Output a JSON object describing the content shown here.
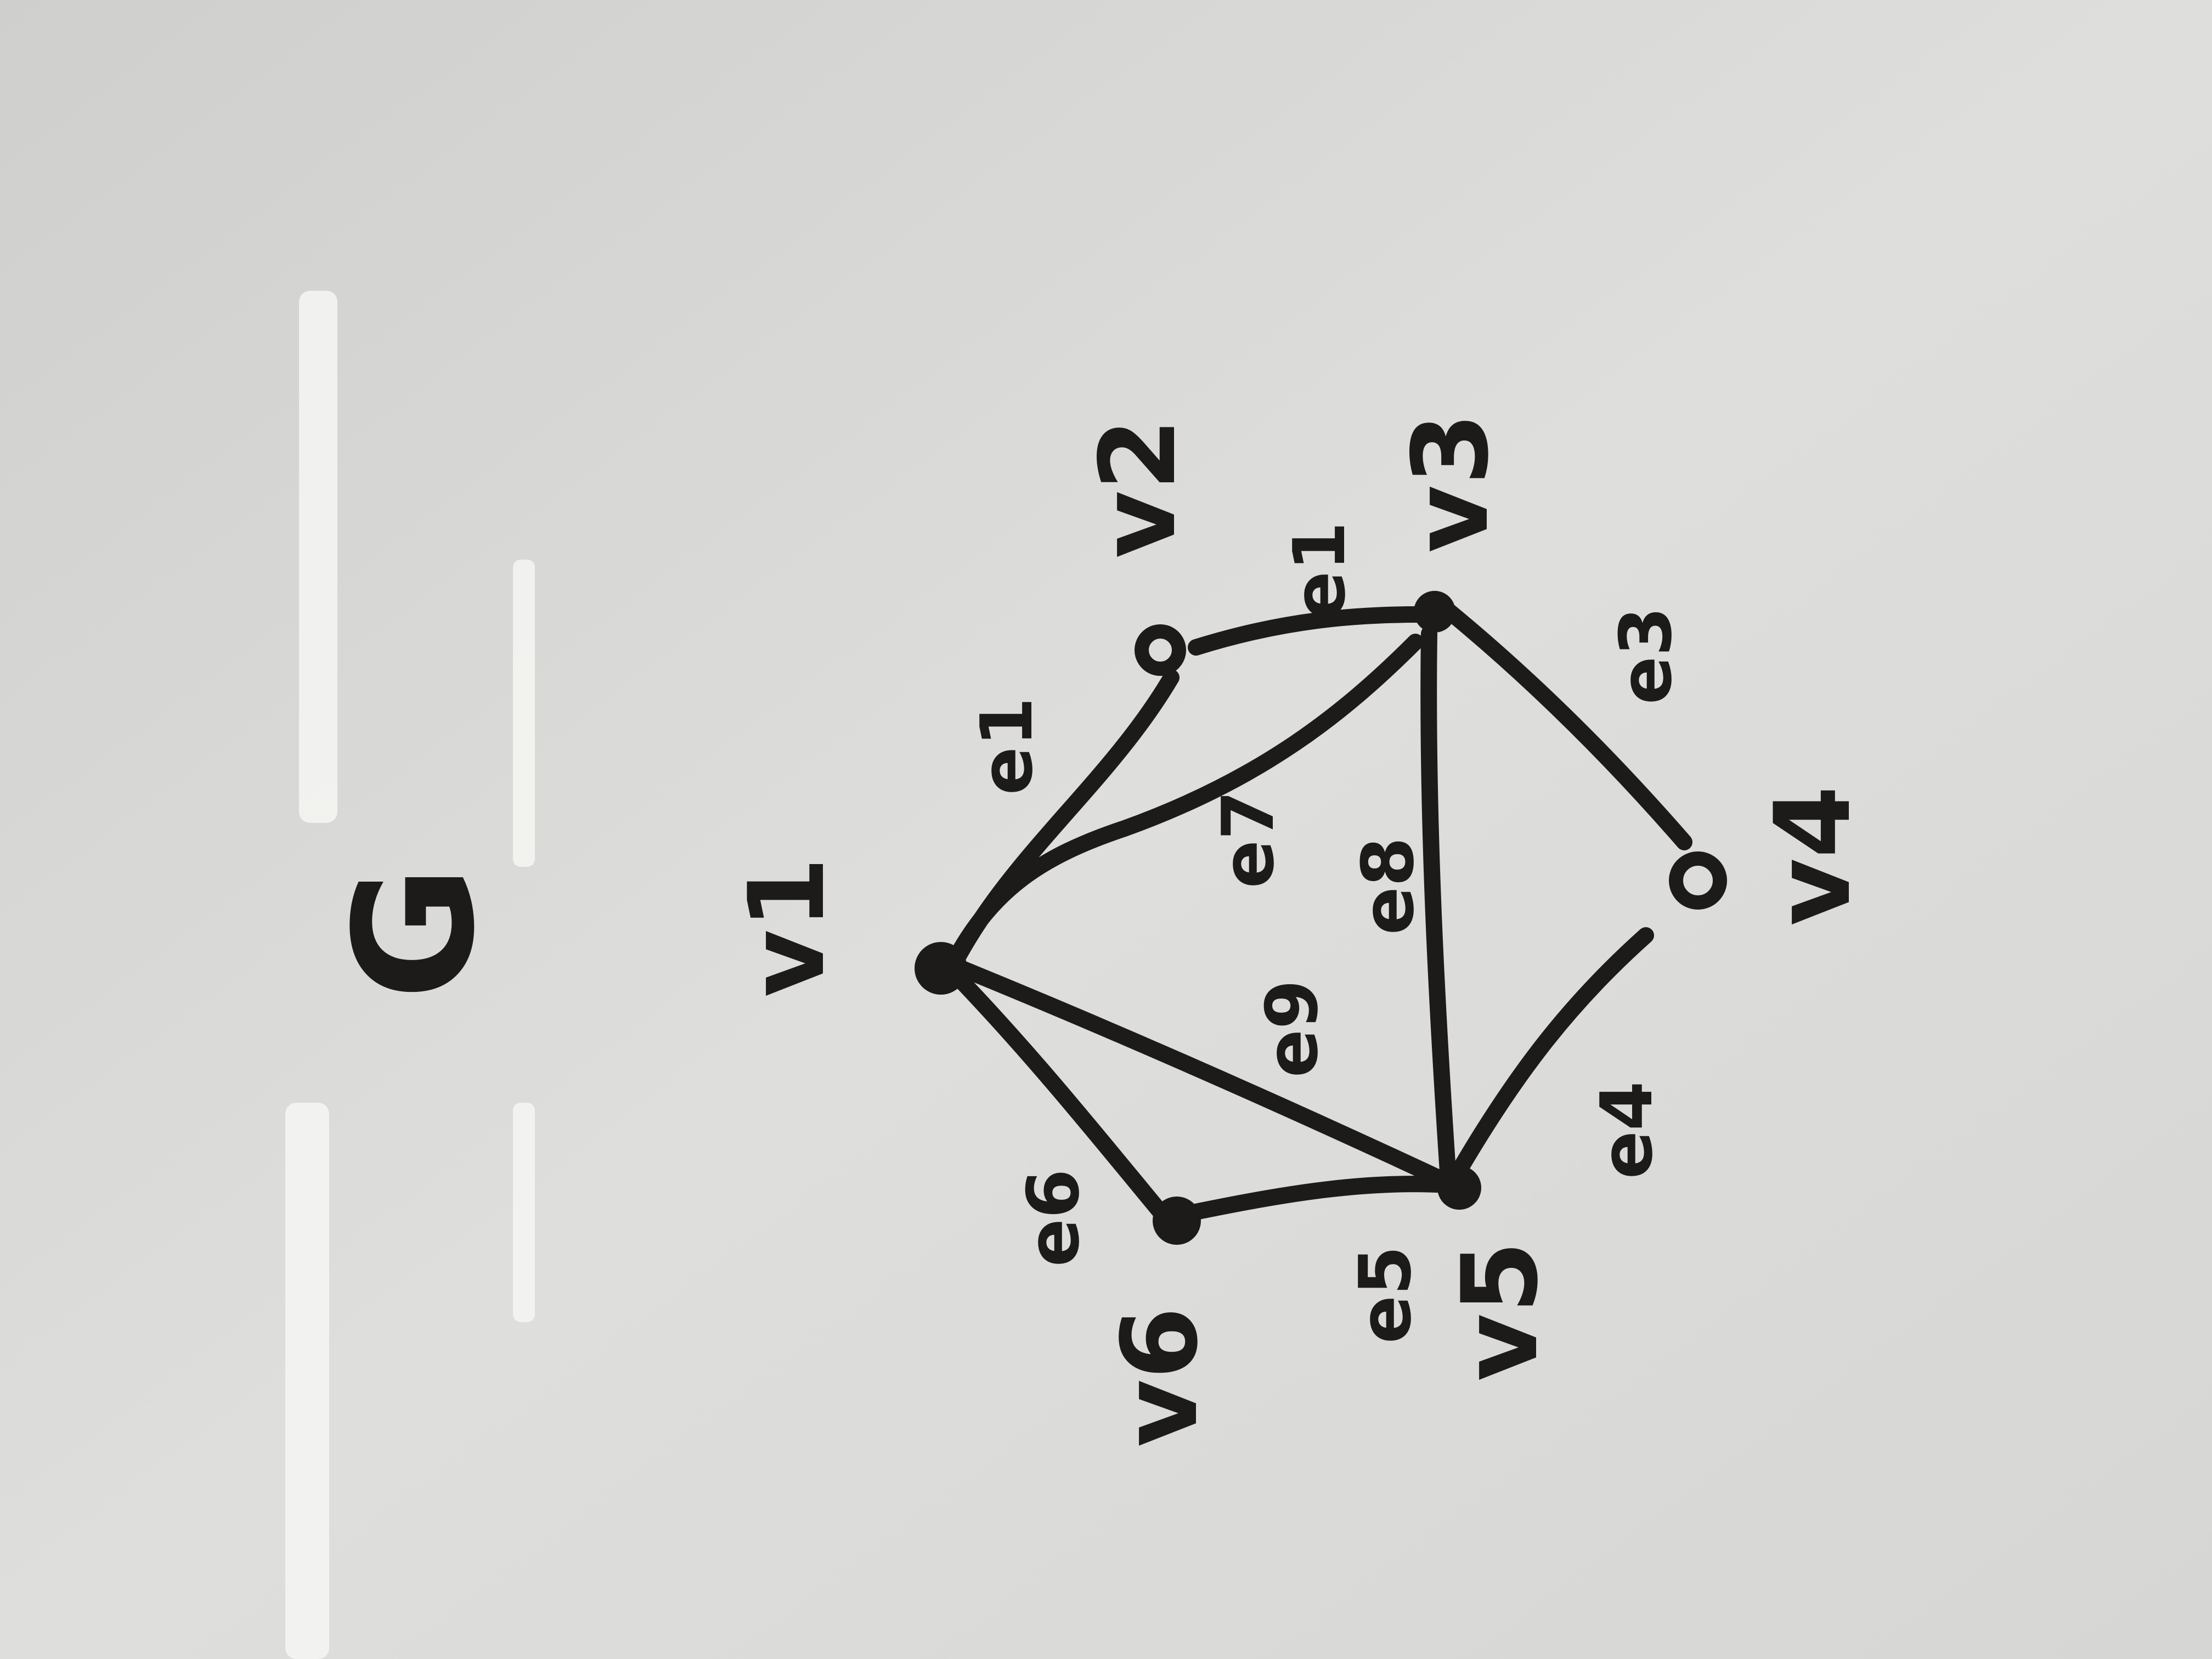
{
  "graph": {
    "title": "G",
    "vertices": [
      {
        "id": "v1",
        "label": "v1",
        "marker": "filled"
      },
      {
        "id": "v2",
        "label": "v2",
        "marker": "open"
      },
      {
        "id": "v3",
        "label": "v3",
        "marker": "filled"
      },
      {
        "id": "v4",
        "label": "v4",
        "marker": "open"
      },
      {
        "id": "v5",
        "label": "v5",
        "marker": "filled"
      },
      {
        "id": "v6",
        "label": "v6",
        "marker": "filled"
      }
    ],
    "edges": [
      {
        "id": "e1-a",
        "label": "e1",
        "from": "v1",
        "to": "v2"
      },
      {
        "id": "e1-b",
        "label": "e1",
        "from": "v2",
        "to": "v3"
      },
      {
        "id": "e3",
        "label": "e3",
        "from": "v3",
        "to": "v4"
      },
      {
        "id": "e4",
        "label": "e4",
        "from": "v4",
        "to": "v5"
      },
      {
        "id": "e5",
        "label": "e5",
        "from": "v5",
        "to": "v6"
      },
      {
        "id": "e6",
        "label": "e6",
        "from": "v6",
        "to": "v1"
      },
      {
        "id": "e7",
        "label": "e7",
        "from": "v1",
        "to": "v3"
      },
      {
        "id": "e8",
        "label": "e8",
        "from": "v3",
        "to": "v5"
      },
      {
        "id": "e9",
        "label": "e9",
        "from": "v1",
        "to": "v5"
      }
    ]
  }
}
